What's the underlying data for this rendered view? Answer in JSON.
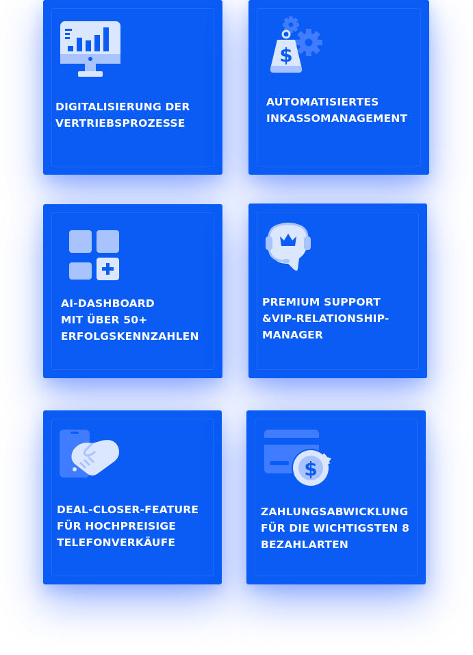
{
  "colors": {
    "card_background": "#0a5cf5",
    "icon_light": "#dbe6ff",
    "icon_mid": "#a9c3ff",
    "text": "#ffffff"
  },
  "cards": [
    {
      "icon": "monitor-chart-icon",
      "lines": [
        "DIGITALISIERUNG DER",
        "VERTRIEBSPROZESSE"
      ]
    },
    {
      "icon": "money-bag-gears-icon",
      "lines": [
        "AUTOMATISIERTES",
        "INKASSOMANAGEMENT"
      ]
    },
    {
      "icon": "dashboard-grid-plus-icon",
      "lines": [
        "AI-DASHBOARD",
        "MIT ÜBER 50+",
        "ERFOLGSKENNZAHLEN"
      ]
    },
    {
      "icon": "headset-crown-icon",
      "lines": [
        "PREMIUM SUPPORT",
        "&VIP-RELATIONSHIP-",
        "MANAGER"
      ]
    },
    {
      "icon": "phone-handshake-icon",
      "lines": [
        "DEAL-CLOSER-FEATURE",
        "FÜR HOCHPREISIGE",
        "TELEFONVERKÄUFE"
      ]
    },
    {
      "icon": "card-dollar-refresh-icon",
      "lines": [
        "ZAHLUNGSABWICKLUNG",
        "FÜR DIE WICHTIGSTEN 8",
        "BEZAHLARTEN"
      ]
    }
  ]
}
